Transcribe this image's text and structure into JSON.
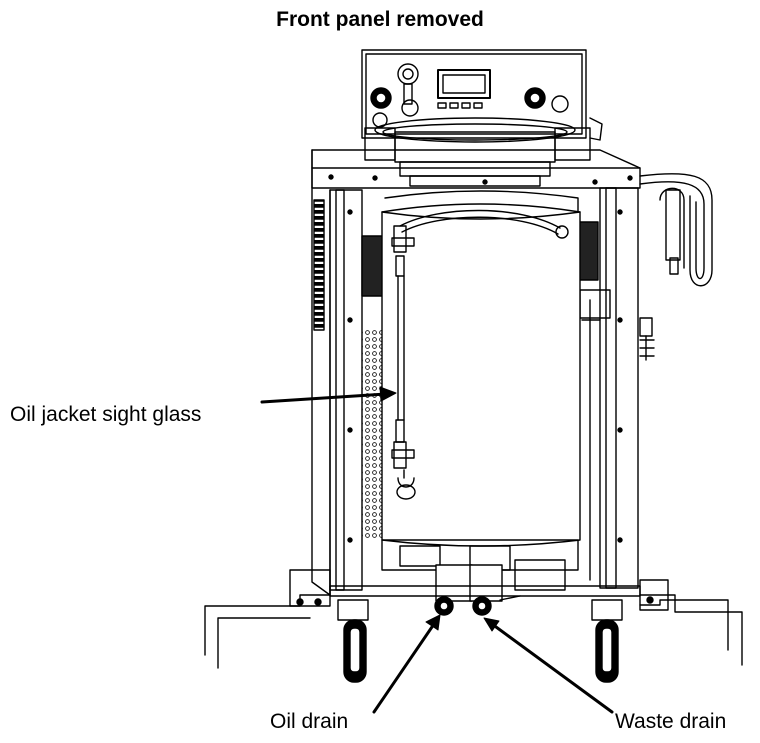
{
  "title": "Front panel removed",
  "callouts": {
    "sight_glass": "Oil jacket sight glass",
    "oil_drain": "Oil drain",
    "waste_drain": "Waste drain"
  },
  "colors": {
    "line": "#000000",
    "background": "#ffffff",
    "fill_light": "#ffffff"
  }
}
